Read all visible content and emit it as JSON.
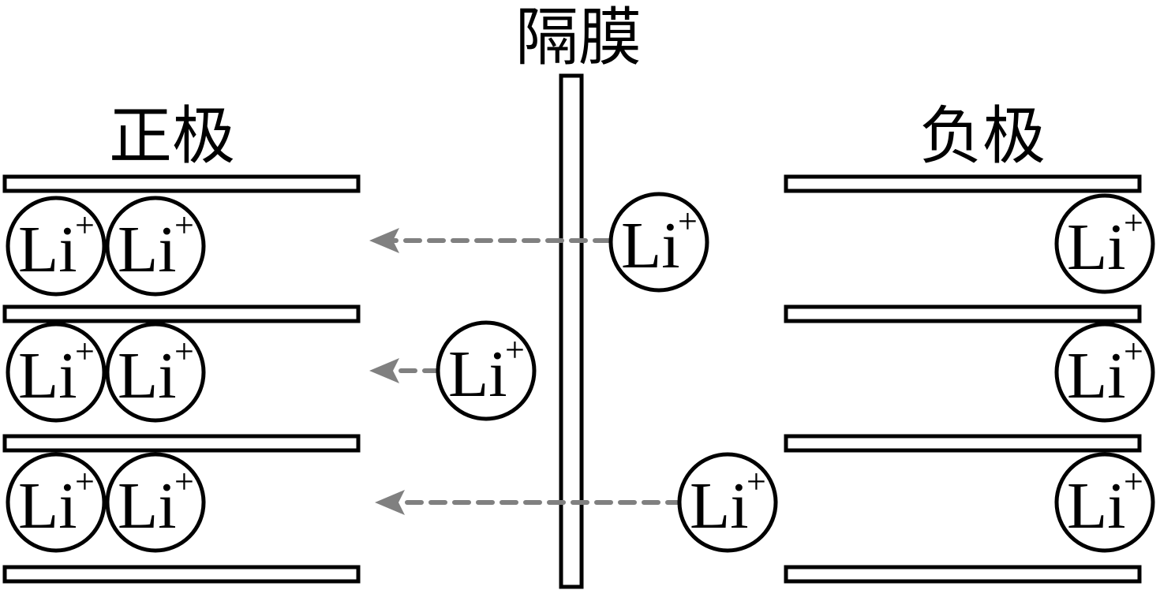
{
  "title_labels": {
    "separator": "隔膜",
    "cathode": "正极",
    "anode": "负极"
  },
  "ion": {
    "symbol": "Li",
    "charge": "+"
  },
  "cathode": {
    "layers": 3,
    "ions_per_layer": 2
  },
  "anode": {
    "layers": 3,
    "ions_per_layer": 1
  },
  "migrating_ions": {
    "count": 3,
    "direction": "anode-to-cathode"
  },
  "colors": {
    "stroke": "#000000",
    "arrow": "#808080",
    "background": "#ffffff"
  }
}
